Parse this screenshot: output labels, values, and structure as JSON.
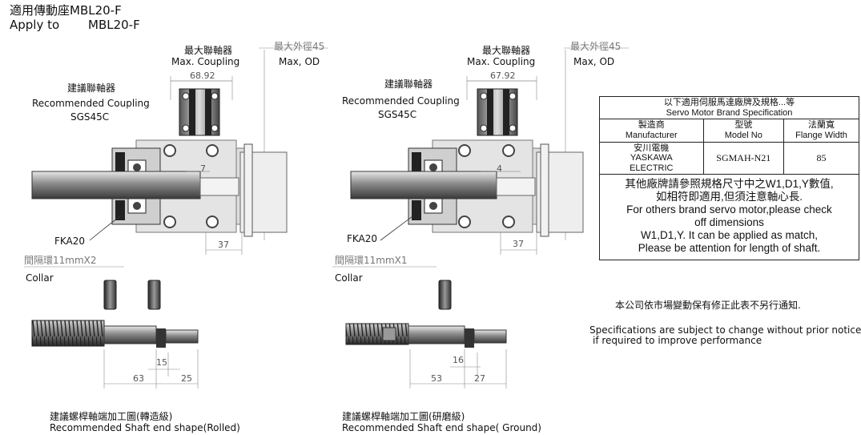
{
  "header": {
    "title_zh": "適用傳動座MBL20-F",
    "title_en_prefix": "Apply to",
    "title_en_model": "MBL20-F"
  },
  "left": {
    "max_coupling_zh": "最大聯軸器",
    "max_coupling_en": "Max. Coupling",
    "max_od_zh": "最大外徑45",
    "max_od_en": "Max, OD",
    "rec_coupling_zh": "建議聯軸器",
    "rec_coupling_en": "Recommended Coupling",
    "rec_coupling_model": "SGS45C",
    "dim_coupling": "68.92",
    "dim_shaft": "7",
    "dim_flange": "37",
    "bearing_nut": "FKA20",
    "collar_spec": "間隔環11mmX2",
    "collar_label": "Collar",
    "dim_thread": "63",
    "dim_neck": "15",
    "dim_end": "25",
    "shaft_caption_zh": "建議螺桿軸端加工圖(轉造級)",
    "shaft_caption_en": "Recommended Shaft end shape(Rolled)"
  },
  "right": {
    "max_coupling_zh": "最大聯軸器",
    "max_coupling_en": "Max. Coupling",
    "max_od_zh": "最大外徑45",
    "max_od_en": "Max, OD",
    "rec_coupling_zh": "建議聯軸器",
    "rec_coupling_en": "Recommended Coupling",
    "rec_coupling_model": "SGS45C",
    "dim_coupling": "67.92",
    "dim_shaft": "4",
    "dim_flange": "37",
    "bearing_nut": "FKA20",
    "collar_spec": "間隔環11mmX1",
    "collar_label": "Collar",
    "dim_thread": "53",
    "dim_neck": "16",
    "dim_end": "27",
    "shaft_caption_zh": "建議螺桿軸端加工圖(研磨級)",
    "shaft_caption_en": "Recommended Shaft end shape( Ground)"
  },
  "spec_table": {
    "title_zh": "以下適用伺服馬達廠牌及規格...等",
    "title_en": "Servo Motor Brand Specification",
    "headers": [
      {
        "zh": "製造商",
        "en": "Manufacturer"
      },
      {
        "zh": "型號",
        "en": "Model No"
      },
      {
        "zh": "法蘭寬",
        "en": "Flange Width"
      }
    ],
    "row": {
      "manufacturer_zh": "安川電機",
      "manufacturer_en1": "YASKAWA",
      "manufacturer_en2": "ELECTRIC",
      "model": "SGMAH-N21",
      "flange": "85"
    },
    "note_zh1": "其他廠牌請參照規格尺寸中之W1,D1,Y數值,",
    "note_zh2": "如相符即適用,但須注意軸心長.",
    "note_en1": "For others brand servo motor,please check",
    "note_en2": "off dimensions",
    "note_en3": "W1,D1,Y. It can be applied as match,",
    "note_en4": "Please be attention for length of shaft."
  },
  "footer": {
    "notice_zh": "本公司依市場變動保有修正此表不另行通知.",
    "notice_en1": "Specifications are subject to change without prior notice",
    "notice_en2": "if required to improve performance"
  }
}
